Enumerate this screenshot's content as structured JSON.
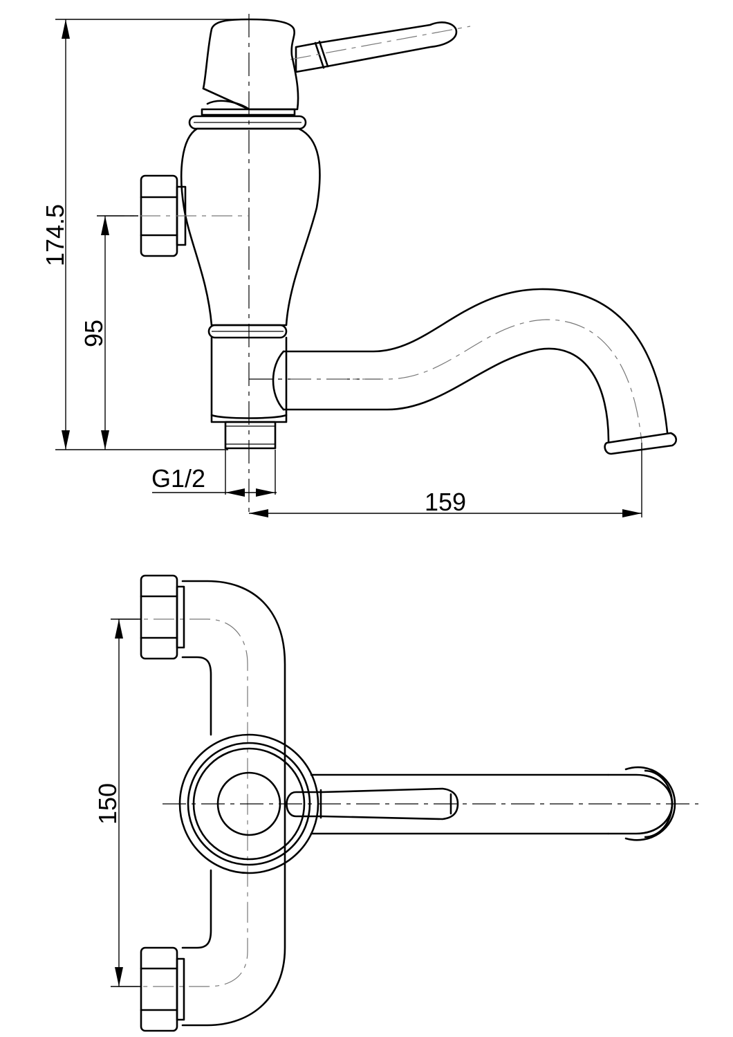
{
  "dimensions": {
    "total_height": "174.5",
    "inlet_height": "95",
    "thread": "G1/2",
    "spout_reach": "159",
    "inlet_spacing": "150"
  },
  "views": [
    "side-elevation",
    "top-plan"
  ]
}
